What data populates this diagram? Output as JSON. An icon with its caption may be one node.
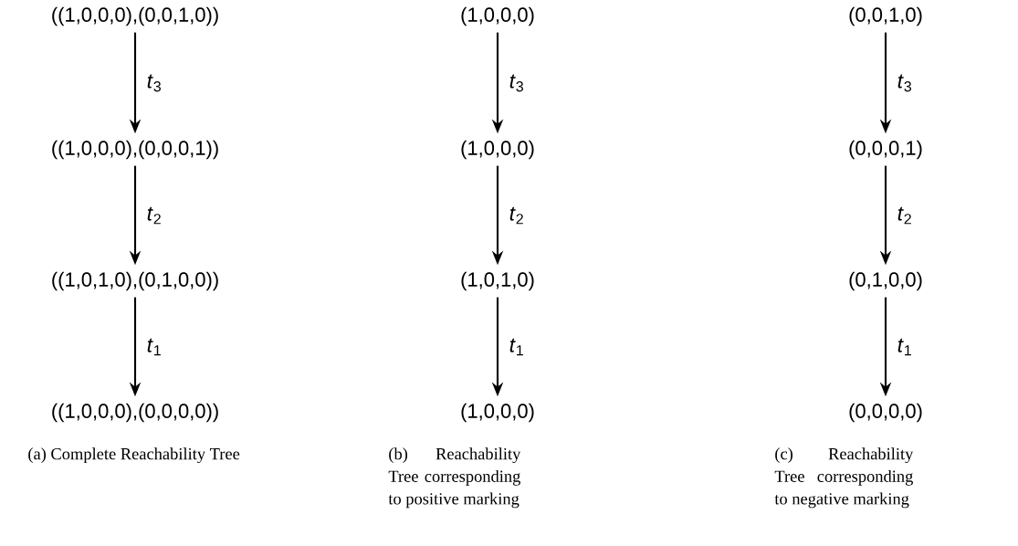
{
  "diagram": {
    "nodes": [
      {
        "text": [
          "((1,0,0,0),(0,0,1,0))"
        ]
      },
      {
        "text": [
          "((1,0,0,0),(0,0,0,1))"
        ]
      },
      {
        "text": [
          "((1,0,1,0),(0,1,0,0))"
        ]
      },
      {
        "text": [
          "((1,0,0,0),(0,0,0,0))"
        ]
      },
      {
        "text": [
          "(1,0,0,0)"
        ]
      },
      {
        "text": [
          "(1,0,0,0)"
        ]
      },
      {
        "text": [
          "(1,0,1,0)"
        ]
      },
      {
        "text": [
          "(1,0,0,0)"
        ]
      },
      {
        "text": [
          "(0,0,1,0)"
        ]
      },
      {
        "text": [
          "(0,0,0,1)"
        ]
      },
      {
        "text": [
          "(0,1,0,0)"
        ]
      },
      {
        "text": [
          "(0,0,0,0)"
        ]
      }
    ],
    "edges": [
      {
        "from": 0,
        "to": 1,
        "arrow": "to",
        "label": "*t*$_{3}$"
      },
      {
        "from": 1,
        "to": 2,
        "arrow": "to",
        "label": "*t*$_{2}$"
      },
      {
        "from": 2,
        "to": 3,
        "arrow": "to",
        "label": "*t*$_{1}$"
      },
      {
        "from": 4,
        "to": 5,
        "arrow": "to",
        "label": "*t*$_{3}$"
      },
      {
        "from": 5,
        "to": 6,
        "arrow": "to",
        "label": "*t*$_{2}$"
      },
      {
        "from": 6,
        "to": 7,
        "arrow": "to",
        "label": "*t*$_{1}$"
      },
      {
        "from": 8,
        "to": 9,
        "arrow": "to",
        "label": "*t*$_{3}$"
      },
      {
        "from": 9,
        "to": 10,
        "arrow": "to",
        "label": "*t*$_{2}$"
      },
      {
        "from": 10,
        "to": 11,
        "arrow": "to",
        "label": "*t*$_{1}$"
      }
    ],
    "labels": [
      "(a) Complete Reachability Tree",
      "(b) Reachability Tree corresponding to positive marking",
      "(c) Reachability Tree corresponding to negative marking"
    ]
  }
}
